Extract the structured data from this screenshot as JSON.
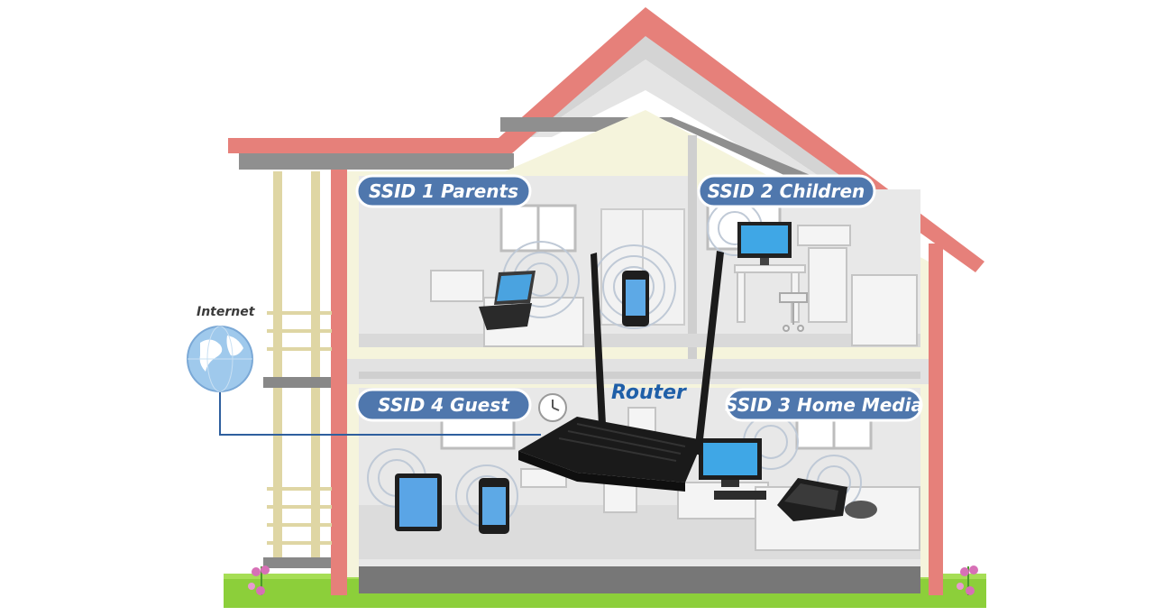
{
  "labels": {
    "internet": "Internet",
    "router": "Router",
    "ssid1": "SSID 1 Parents",
    "ssid2": "SSID 2 Children",
    "ssid3": "SSID 3 Home Media",
    "ssid4": "SSID 4 Guest"
  },
  "colors": {
    "roof": "#e6807a",
    "wall_fill": "#f5f4dc",
    "label_pill": "#4f77ad",
    "router_text": "#1f5fa8",
    "grass": "#8ccf3a",
    "cable": "#2e5f9e"
  },
  "icons": [
    "globe-icon",
    "laptop-icon",
    "smartphone-icon",
    "desktop-monitor-icon",
    "tablet-icon",
    "tv-icon",
    "game-console-icon",
    "gamepad-icon",
    "clock-icon",
    "router-icon",
    "flower-icon"
  ]
}
